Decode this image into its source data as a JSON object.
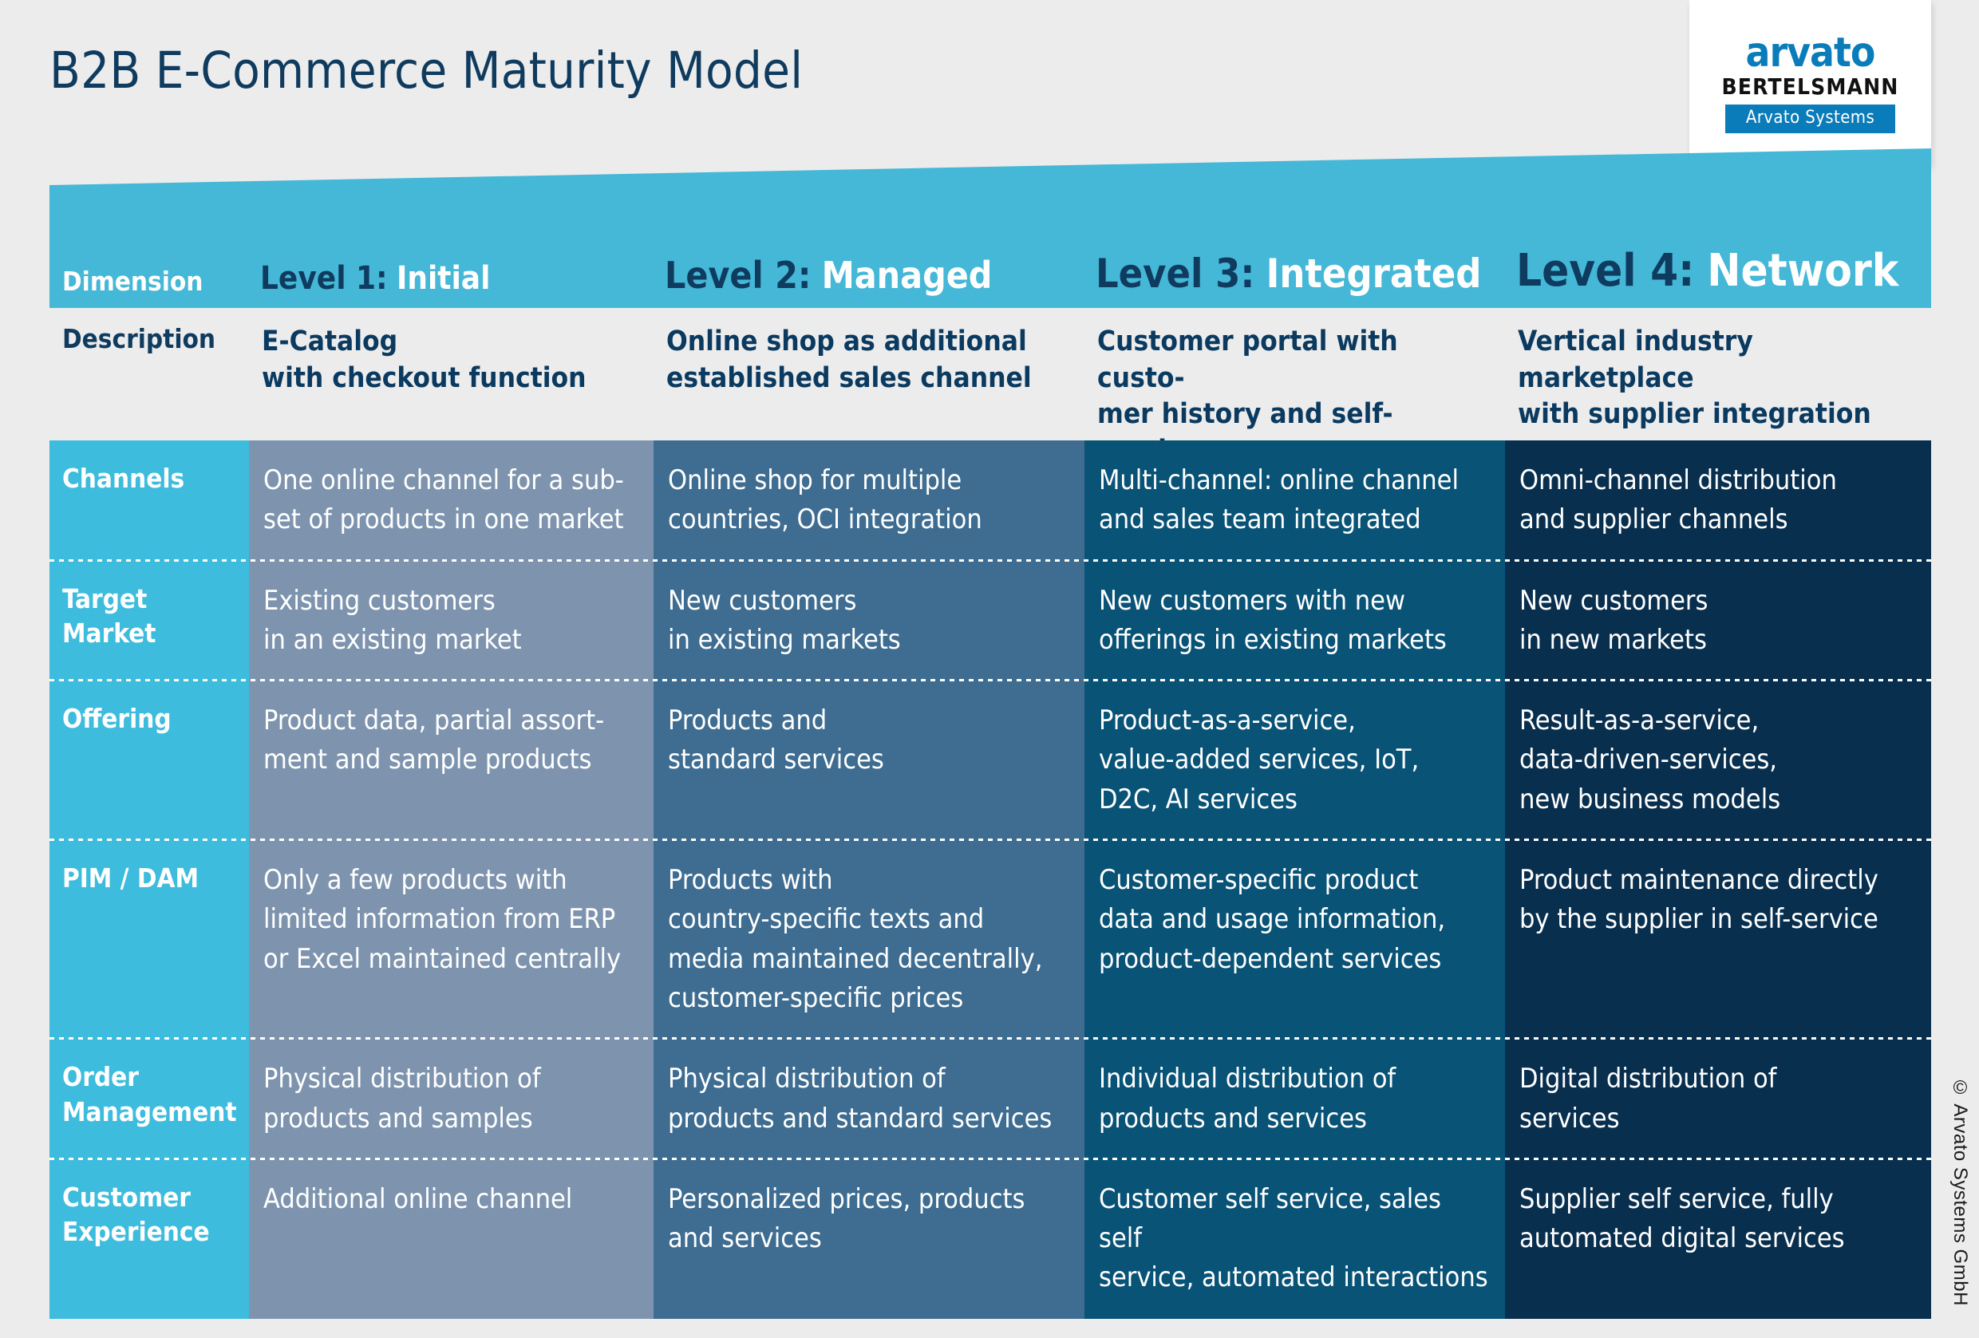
{
  "page": {
    "title": "B2B E-Commerce Maturity Model",
    "background_color": "#ececec",
    "copyright": "© Arvato Systems GmbH"
  },
  "logo": {
    "brand": "arvato",
    "group": "BERTELSMANN",
    "unit": "Arvato Systems",
    "brand_color": "#0b7cba"
  },
  "colors": {
    "ribbon": "#45b7d7",
    "dimension_column": "#3dbcdd",
    "level1": "#7e94ae",
    "level2": "#3e6d91",
    "level3": "#095377",
    "level4": "#092f4f",
    "navy_text": "#0f3b5f"
  },
  "header": {
    "dimension_label": "Dimension",
    "levels": [
      {
        "num": "Level 1:",
        "name": "Initial"
      },
      {
        "num": "Level 2:",
        "name": "Managed"
      },
      {
        "num": "Level 3:",
        "name": "Integrated"
      },
      {
        "num": "Level 4:",
        "name": "Network"
      }
    ]
  },
  "description_row": {
    "label": "Description",
    "values": [
      "E-Catalog\nwith checkout function",
      "Online shop as additional\nestablished sales channel",
      "Customer portal with custo-\nmer history and self-service",
      "Vertical industry marketplace\nwith supplier integration"
    ]
  },
  "rows": [
    {
      "dimension": "Channels",
      "cells": [
        "One online channel for a sub-\nset of products in one market",
        "Online shop for multiple\ncountries, OCI integration",
        "Multi-channel: online channel\nand sales team integrated",
        "Omni-channel distribution\nand supplier channels"
      ]
    },
    {
      "dimension": "Target\nMarket",
      "cells": [
        "Existing customers\nin an existing market",
        "New customers\nin existing markets",
        "New customers with new\nofferings in existing markets",
        "New customers\nin new markets"
      ]
    },
    {
      "dimension": "Offering",
      "cells": [
        "Product data, partial assort-\nment and sample products",
        "Products and\nstandard services",
        "Product-as-a-service,\nvalue-added services, IoT,\nD2C, AI services",
        "Result-as-a-service,\ndata-driven-services,\nnew business models"
      ]
    },
    {
      "dimension": "PIM / DAM",
      "cells": [
        "Only a few products with\nlimited information from ERP\nor Excel maintained centrally",
        "Products with\ncountry-specific texts and\nmedia maintained decentrally,\ncustomer-specific prices",
        "Customer-specific product\ndata and usage information,\nproduct-dependent services",
        "Product maintenance directly\nby the supplier in self-service"
      ]
    },
    {
      "dimension": "Order\nManagement",
      "cells": [
        "Physical distribution of\nproducts and samples",
        "Physical distribution of\nproducts and standard services",
        "Individual distribution of\nproducts and services",
        "Digital distribution of\nservices"
      ]
    },
    {
      "dimension": "Customer\nExperience",
      "cells": [
        "Additional online channel",
        "Personalized prices, products\nand services",
        "Customer self service, sales self\nservice, automated interactions",
        "Supplier self service, fully\nautomated digital services"
      ]
    }
  ]
}
